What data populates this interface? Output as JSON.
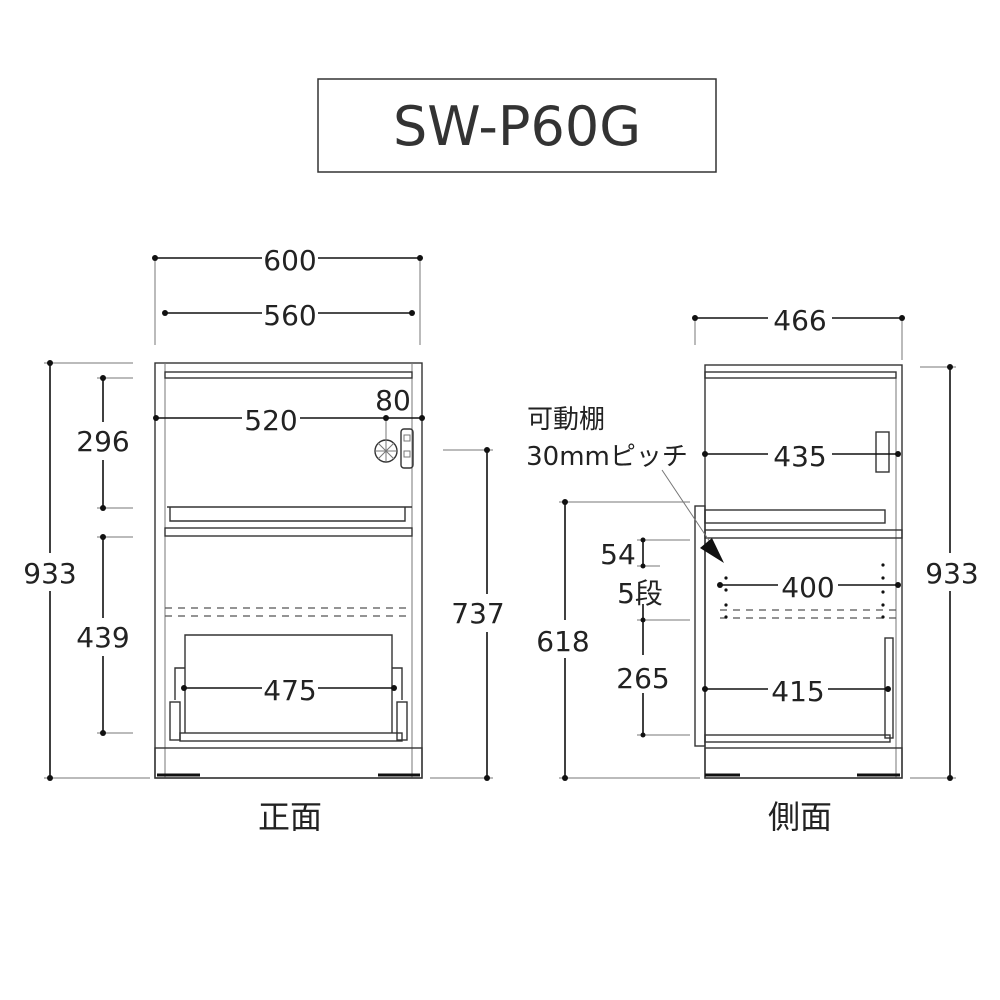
{
  "title": "SW-P60G",
  "front": {
    "label": "正面",
    "dims": {
      "w600": "600",
      "w560": "560",
      "w520": "520",
      "w80": "80",
      "h296": "296",
      "h439": "439",
      "h933": "933",
      "h737": "737",
      "w475": "475"
    }
  },
  "side": {
    "label": "側面",
    "dims": {
      "d466": "466",
      "d435": "435",
      "d400": "400",
      "d415": "415",
      "h933": "933",
      "h618": "618",
      "h54": "54",
      "steps": "5段",
      "h265": "265"
    },
    "note_line1": "可動棚",
    "note_line2": "30mmピッチ"
  }
}
